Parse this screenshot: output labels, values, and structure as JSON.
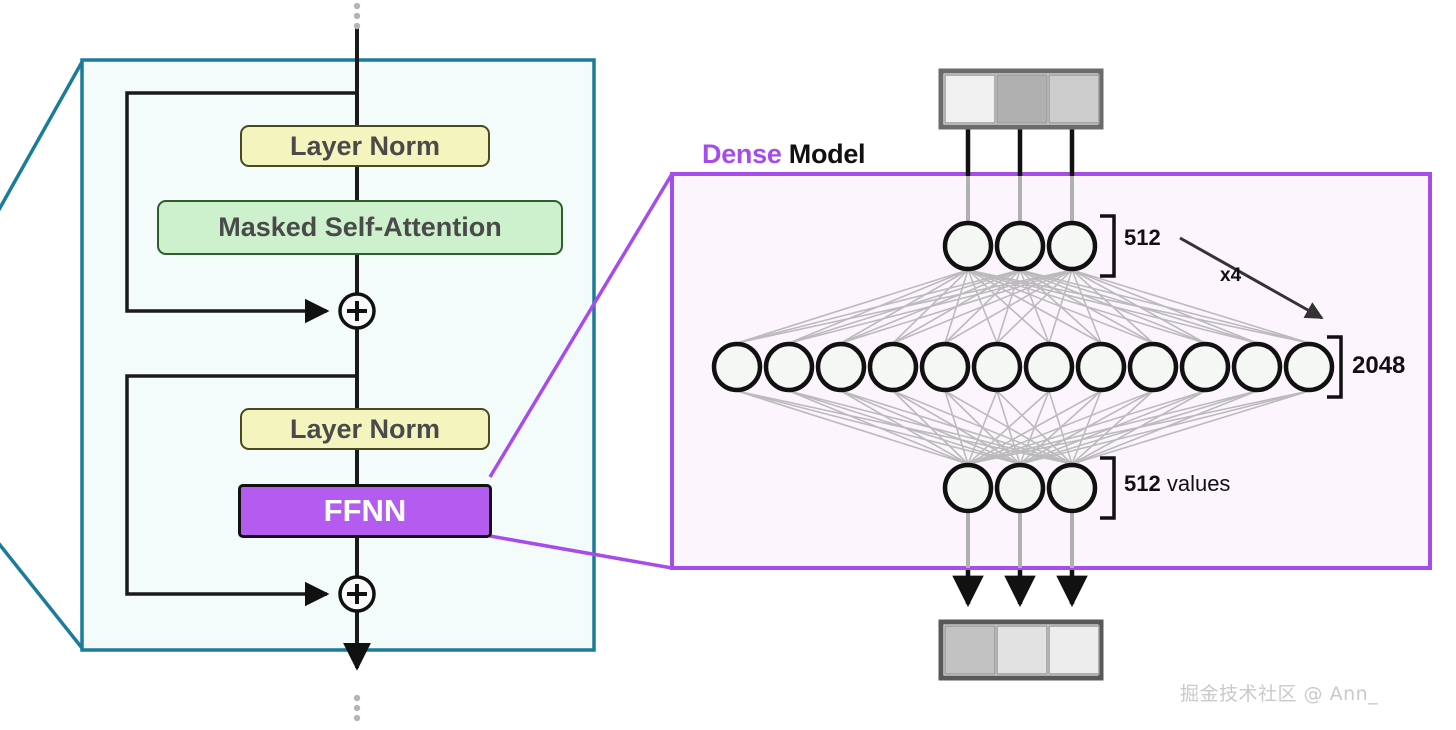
{
  "diagram": {
    "title_part1": "Dense",
    "title_part2": "Model",
    "watermark": "掘金技术社区 @ Ann_"
  },
  "transformer_block": {
    "layer_norm_1": "Layer Norm",
    "attention": "Masked Self-Attention",
    "layer_norm_2": "Layer Norm",
    "ffnn": "FFNN",
    "residual_add_1": "+",
    "residual_add_2": "+",
    "border_color": "#1a7b9b",
    "fill_color": "#f4fbfb"
  },
  "dense_model": {
    "border_color": "#a64ceb",
    "fill_color": "#fcf5fe",
    "input_layer": {
      "size_label": "512",
      "node_count": 3
    },
    "hidden_layer": {
      "size_label": "2048",
      "node_count": 12
    },
    "output_layer": {
      "size_label_bold": "512",
      "size_label_rest": " values",
      "node_count": 3
    },
    "expansion_label": "x4"
  },
  "tokens": {
    "input_cells": [
      "#f0f0f0",
      "#b0b0b0",
      "#cccccc"
    ],
    "output_cells": [
      "#c2c2c2",
      "#e2e2e2",
      "#ededed"
    ]
  }
}
